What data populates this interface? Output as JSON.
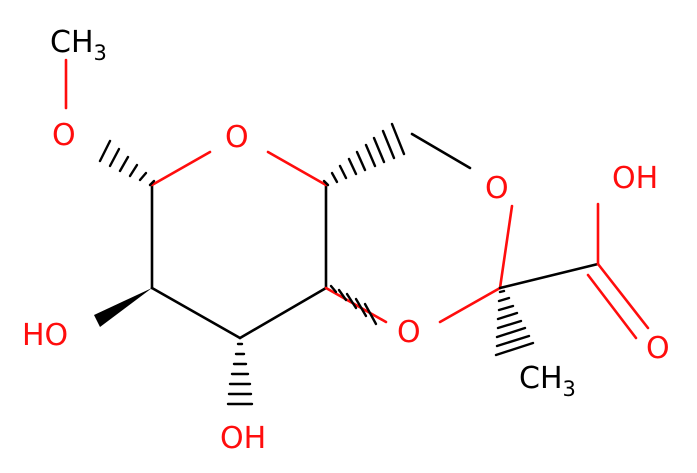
{
  "atoms": {
    "methyl_top": {
      "main": "CH",
      "sub": "3"
    },
    "o_methoxy": {
      "main": "O"
    },
    "o_ring_pyran": {
      "main": "O"
    },
    "o_dioxane_right": {
      "main": "O"
    },
    "oh_acid": {
      "main": "OH"
    },
    "o_carbonyl": {
      "main": "O"
    },
    "o_dioxane_bottom": {
      "main": "O"
    },
    "oh_left": {
      "main": "HO"
    },
    "oh_bottom": {
      "main": "OH"
    },
    "methyl_bottom": {
      "main": "CH",
      "sub": "3"
    }
  },
  "colors": {
    "carbon": "#000000",
    "oxygen": "#ff0d0d",
    "background": "#ffffff"
  }
}
